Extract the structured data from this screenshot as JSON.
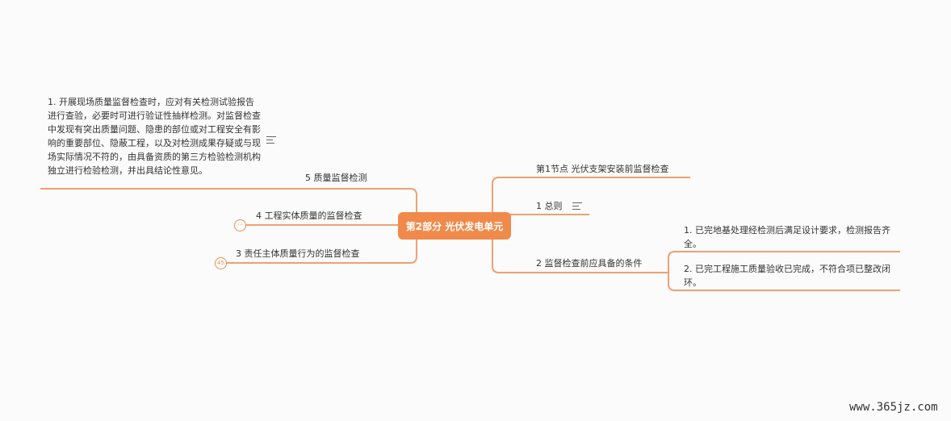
{
  "center": {
    "label": "第2部分 光伏发电单元"
  },
  "left": {
    "note_text": "1. 开展现场质量监督检查时，应对有关检测试验报告进行查验，必要时可进行验证性抽样检测。对监督检查中发现有突出质量问题、隐患的部位或对工程安全有影响的重要部位、隐蔽工程，以及对检测成果存疑或与现场实际情况不符的，由具备资质的第三方检验检测机构独立进行检验检测，并出具结论性意见。",
    "branches": [
      {
        "label": "5 质量监督检测"
      },
      {
        "label": "4 工程实体质量的监督检查",
        "collapse": "···"
      },
      {
        "label": "3 责任主体质量行为的监督检查",
        "collapse": "45"
      }
    ]
  },
  "right": {
    "branches": [
      {
        "label": "第1节点 光伏支架安装前监督检查"
      },
      {
        "label": "1 总则"
      },
      {
        "label": "2 监督检查前应具备的条件"
      }
    ],
    "sub": [
      {
        "label": "1. 已完地基处理经检测后满足设计要求，检测报告齐全。"
      },
      {
        "label": "2. 已完工程施工质量验收已完成，不符合项已整改闭环。"
      }
    ]
  },
  "watermark": "www.365jz.com",
  "colors": {
    "accent": "#f08a4b",
    "line": "#f0a070"
  }
}
